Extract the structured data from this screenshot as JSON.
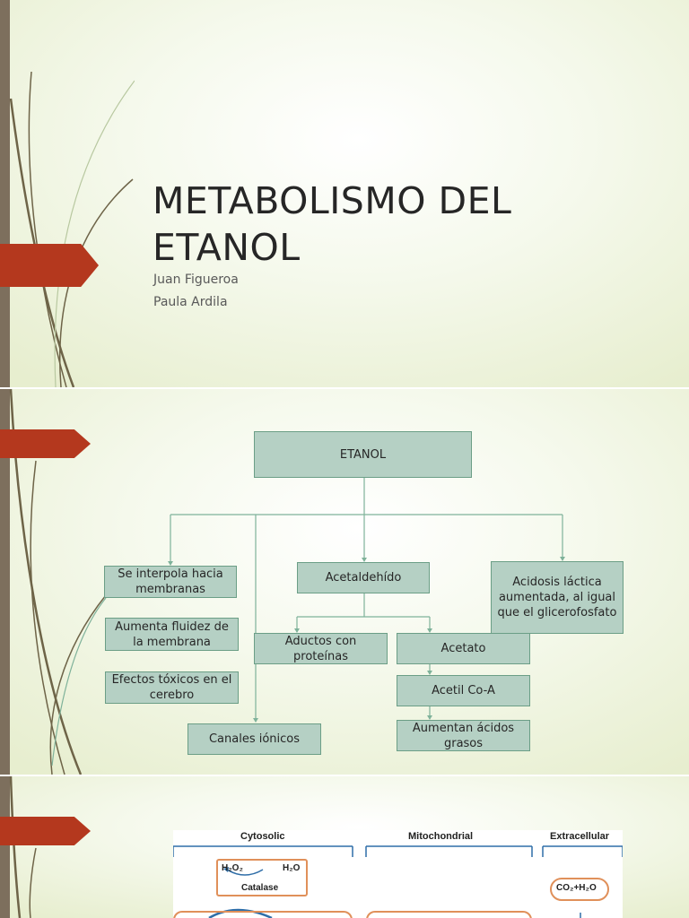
{
  "colors": {
    "accent": "#b4381e",
    "sidebar": "#7d6f5d",
    "node_fill": "#b5d0c4",
    "node_border": "#6b9e86",
    "diagram_box": "#e0905a",
    "diagram_arc": "#2f6ea8"
  },
  "slide1": {
    "title_line1": "METABOLISMO DEL",
    "title_line2": "ETANOL",
    "author1": "Juan Figueroa",
    "author2": "Paula Ardila"
  },
  "slide2": {
    "nodes": {
      "etanol": "ETANOL",
      "interpola": "Se interpola hacia membranas",
      "fluidez": "Aumenta fluidez de la membrana",
      "efectos": "Efectos tóxicos en el cerebro",
      "canales": "Canales iónicos",
      "acetaldehido": "Acetaldehído",
      "aductos": "Aductos con proteínas",
      "acetato": "Acetato",
      "acetil": "Acetil Co-A",
      "acidos": "Aumentan ácidos grasos",
      "acidosis": "Acidosis láctica aumentada, al igual que el glicerofosfato"
    }
  },
  "slide3": {
    "headers": {
      "cytosolic": "Cytosolic",
      "mitochondrial": "Mitochondrial",
      "extracellular": "Extracellular"
    },
    "labels": {
      "h2o2": "H₂O₂",
      "h2o": "H₂O",
      "catalase": "Catalase",
      "co2h2o": "CO₂+H₂O"
    }
  }
}
